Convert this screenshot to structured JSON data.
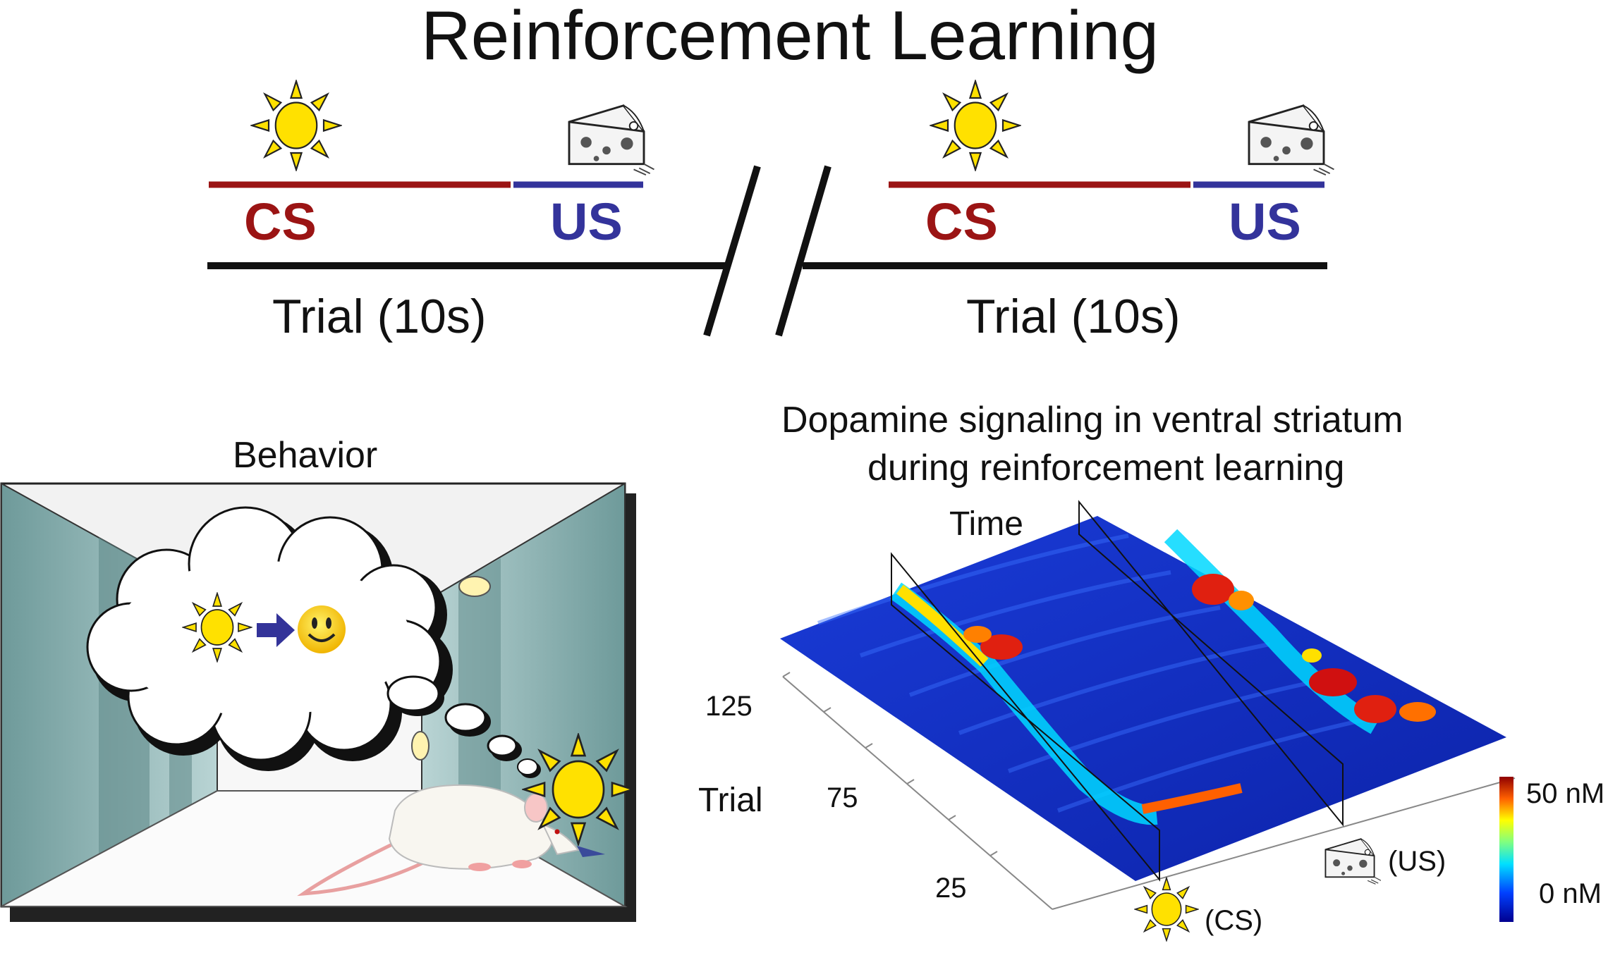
{
  "title": "Reinforcement Learning",
  "timeline": {
    "cs_label": "CS",
    "us_label": "US",
    "trial_label": "Trial (10s)"
  },
  "behavior": {
    "title": "Behavior"
  },
  "dopamine_plot": {
    "title_line1": "Dopamine signaling in ventral striatum",
    "title_line2": "during reinforcement learning",
    "time_label": "Time",
    "trial_label": "Trial",
    "trial_ticks": [
      "125",
      "75",
      "25"
    ],
    "cs_marker": "(CS)",
    "us_marker": "(US)",
    "colorbar_max": "50 nM",
    "colorbar_min": "0 nM"
  },
  "colors": {
    "cs": "#9b1414",
    "us": "#33339b",
    "sun": "#ffe100",
    "surface_low": "#1030c8",
    "surface_high": "#d01010"
  }
}
